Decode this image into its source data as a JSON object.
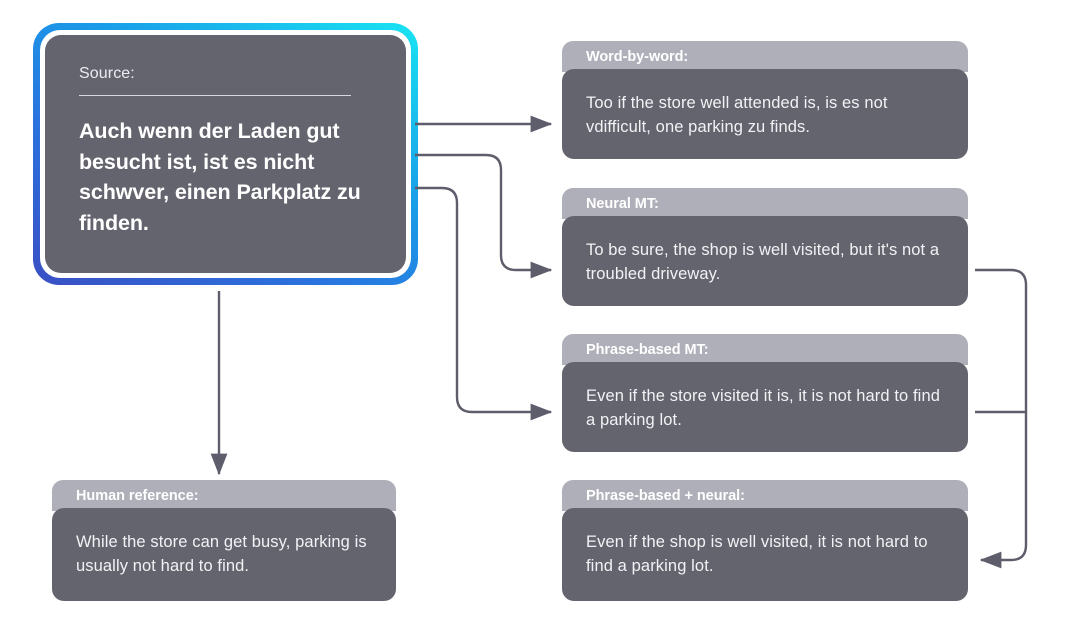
{
  "source": {
    "label": "Source:",
    "text": "Auch wenn der Laden gut besucht ist, ist es nicht schwver, einen Parkplatz zu finden."
  },
  "outputs": [
    {
      "id": "word-by-word",
      "header": "Word-by-word:",
      "text": "Too if the store well attended is, is es not vdifficult, one parking zu finds."
    },
    {
      "id": "neural-mt",
      "header": "Neural MT:",
      "text": "To be sure, the shop is well visited, but it's not a troubled driveway."
    },
    {
      "id": "phrase-based-mt",
      "header": "Phrase-based MT:",
      "text": "Even if the store visited it is, it is not hard to find a parking lot."
    },
    {
      "id": "phrase-based-plus-neural",
      "header": "Phrase-based + neural:",
      "text": "Even if the shop is well visited, it is not hard to find a parking lot."
    },
    {
      "id": "human-reference",
      "header": "Human reference:",
      "text": "While the store can get busy, parking is usually not hard to find."
    }
  ],
  "colors": {
    "card_body": "#64646f",
    "card_header": "#afafba",
    "connector": "#5d5d6b",
    "gradient_start": "#3a4fc4",
    "gradient_mid": "#1a9de8",
    "gradient_end": "#19e4f2",
    "background": "#ffffff"
  }
}
